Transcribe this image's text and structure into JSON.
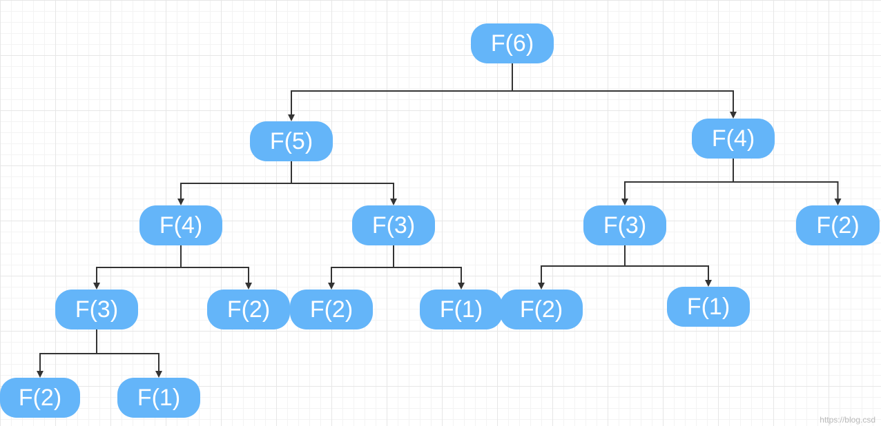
{
  "diagram": {
    "nodes": [
      {
        "id": "n1",
        "label": "F(6)"
      },
      {
        "id": "n2",
        "label": "F(5)"
      },
      {
        "id": "n3",
        "label": "F(4)"
      },
      {
        "id": "n4",
        "label": "F(4)"
      },
      {
        "id": "n5",
        "label": "F(3)"
      },
      {
        "id": "n6",
        "label": "F(3)"
      },
      {
        "id": "n7",
        "label": "F(2)"
      },
      {
        "id": "n8",
        "label": "F(3)"
      },
      {
        "id": "n9",
        "label": "F(2)"
      },
      {
        "id": "n10",
        "label": "F(2)"
      },
      {
        "id": "n11",
        "label": "F(1)"
      },
      {
        "id": "n12",
        "label": "F(2)"
      },
      {
        "id": "n13",
        "label": "F(1)"
      },
      {
        "id": "n14",
        "label": "F(2)"
      },
      {
        "id": "n15",
        "label": "F(1)"
      }
    ],
    "edges": [
      {
        "from": "n1",
        "to": "n2"
      },
      {
        "from": "n1",
        "to": "n3"
      },
      {
        "from": "n2",
        "to": "n4"
      },
      {
        "from": "n2",
        "to": "n5"
      },
      {
        "from": "n3",
        "to": "n6"
      },
      {
        "from": "n3",
        "to": "n7"
      },
      {
        "from": "n4",
        "to": "n8"
      },
      {
        "from": "n4",
        "to": "n9"
      },
      {
        "from": "n5",
        "to": "n10"
      },
      {
        "from": "n5",
        "to": "n11"
      },
      {
        "from": "n6",
        "to": "n12"
      },
      {
        "from": "n6",
        "to": "n13"
      },
      {
        "from": "n8",
        "to": "n14"
      },
      {
        "from": "n8",
        "to": "n15"
      }
    ],
    "node_color": "#64b5f9",
    "edge_color": "#333333"
  },
  "watermark": "https://blog.csd"
}
